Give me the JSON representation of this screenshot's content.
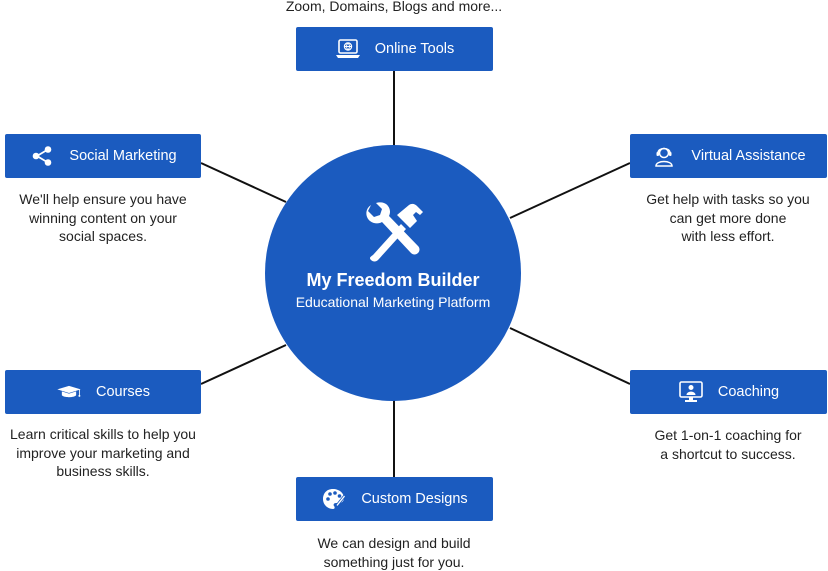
{
  "center": {
    "title": "My Freedom Builder",
    "subtitle": "Educational Marketing Platform"
  },
  "nodes": {
    "online_tools": {
      "label": "Online Tools",
      "icon": "laptop-globe-icon",
      "desc": [
        "Zoom, Domains, Blogs and more..."
      ]
    },
    "social_marketing": {
      "label": "Social Marketing",
      "icon": "share-icon",
      "desc": [
        "We'll help ensure you have",
        "winning content on your",
        "social spaces."
      ]
    },
    "virtual_assistance": {
      "label": "Virtual Assistance",
      "icon": "headset-agent-icon",
      "desc": [
        "Get help with tasks so you",
        "can get more done",
        "with less effort."
      ]
    },
    "courses": {
      "label": "Courses",
      "icon": "graduation-cap-icon",
      "desc": [
        "Learn critical skills to help you",
        "improve your marketing and",
        "business skills."
      ]
    },
    "coaching": {
      "label": "Coaching",
      "icon": "monitor-presenter-icon",
      "desc": [
        "Get 1-on-1 coaching for",
        "a shortcut to success."
      ]
    },
    "custom_designs": {
      "label": "Custom Designs",
      "icon": "palette-icon",
      "desc": [
        "We can design and build",
        "something just for you."
      ]
    }
  },
  "colors": {
    "primary": "#1b5bbf",
    "text": "#222222",
    "line": "#111111"
  }
}
